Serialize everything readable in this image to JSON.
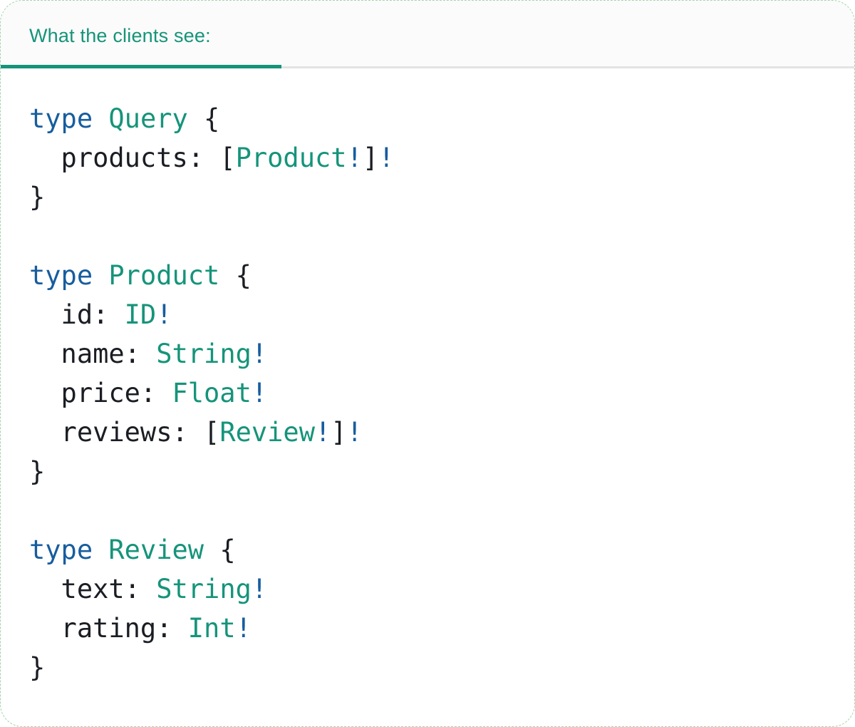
{
  "colors": {
    "teal": "#15947a",
    "keyword_blue": "#175d9e",
    "code_dark": "#1a1d23",
    "divider": "#e3e3e3",
    "header_bg": "#fbfbfb",
    "card_bg": "#ffffff",
    "card_border": "#a3d4ac"
  },
  "header": {
    "tab_label": "What the clients see:"
  },
  "code": {
    "language": "graphql",
    "lines": [
      [
        {
          "c": "k",
          "t": "type"
        },
        {
          "c": "p",
          "t": " "
        },
        {
          "c": "t",
          "t": "Query"
        },
        {
          "c": "p",
          "t": " {"
        }
      ],
      [
        {
          "c": "p",
          "t": "  products: ["
        },
        {
          "c": "t",
          "t": "Product"
        },
        {
          "c": "k",
          "t": "!"
        },
        {
          "c": "p",
          "t": "]"
        },
        {
          "c": "k",
          "t": "!"
        }
      ],
      [
        {
          "c": "p",
          "t": "}"
        }
      ],
      [],
      [
        {
          "c": "k",
          "t": "type"
        },
        {
          "c": "p",
          "t": " "
        },
        {
          "c": "t",
          "t": "Product"
        },
        {
          "c": "p",
          "t": " {"
        }
      ],
      [
        {
          "c": "p",
          "t": "  id: "
        },
        {
          "c": "t",
          "t": "ID"
        },
        {
          "c": "k",
          "t": "!"
        }
      ],
      [
        {
          "c": "p",
          "t": "  name: "
        },
        {
          "c": "t",
          "t": "String"
        },
        {
          "c": "k",
          "t": "!"
        }
      ],
      [
        {
          "c": "p",
          "t": "  price: "
        },
        {
          "c": "t",
          "t": "Float"
        },
        {
          "c": "k",
          "t": "!"
        }
      ],
      [
        {
          "c": "p",
          "t": "  reviews: ["
        },
        {
          "c": "t",
          "t": "Review"
        },
        {
          "c": "k",
          "t": "!"
        },
        {
          "c": "p",
          "t": "]"
        },
        {
          "c": "k",
          "t": "!"
        }
      ],
      [
        {
          "c": "p",
          "t": "}"
        }
      ],
      [],
      [
        {
          "c": "k",
          "t": "type"
        },
        {
          "c": "p",
          "t": " "
        },
        {
          "c": "t",
          "t": "Review"
        },
        {
          "c": "p",
          "t": " {"
        }
      ],
      [
        {
          "c": "p",
          "t": "  text: "
        },
        {
          "c": "t",
          "t": "String"
        },
        {
          "c": "k",
          "t": "!"
        }
      ],
      [
        {
          "c": "p",
          "t": "  rating: "
        },
        {
          "c": "t",
          "t": "Int"
        },
        {
          "c": "k",
          "t": "!"
        }
      ],
      [
        {
          "c": "p",
          "t": "}"
        }
      ]
    ]
  }
}
